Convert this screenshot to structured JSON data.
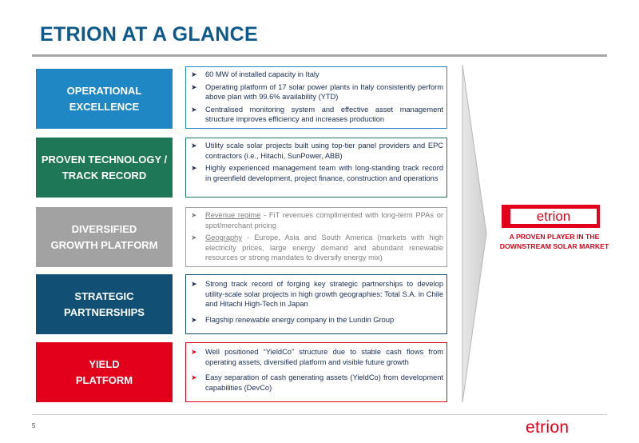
{
  "page": {
    "title": "ETRION AT A GLANCE",
    "page_number": "5"
  },
  "colors": {
    "accent": "#0d5a8a",
    "brand_red": "#e2001a"
  },
  "rows": [
    {
      "label_lines": [
        "OPERATIONAL",
        "EXCELLENCE"
      ],
      "color": "#1f87c3",
      "bullets": [
        {
          "text": "60 MW of installed capacity in Italy"
        },
        {
          "text": "Operating platform of 17 solar power plants in Italy consistently perform above plan with 99.6% availability (YTD)"
        },
        {
          "text": "Centralised monitoring system and effective asset management structure improves efficiency and increases production"
        }
      ]
    },
    {
      "label_lines": [
        "PROVEN TECHNOLOGY /",
        "TRACK RECORD"
      ],
      "color": "#1e7756",
      "bullets": [
        {
          "text": "Utility scale solar projects built using top-tier panel providers and EPC contractors (i.e., Hitachi, SunPower, ABB)"
        },
        {
          "text": "Highly experienced management team with long-standing track record in greenfield development, project finance, construction and operations"
        }
      ]
    },
    {
      "label_lines": [
        "DIVERSIFIED",
        "GROWTH PLATFORM"
      ],
      "color": "#a2a2a2",
      "bullets": [
        {
          "lead": "Revenue regime",
          "text": " - FiT revenues complimented with long-term PPAs or spot/merchant pricing"
        },
        {
          "lead": "Geography",
          "text": " - Europe, Asia and South America (markets with high electricity prices, large energy demand and abundant renewable resources or strong mandates to diversify energy mix)"
        }
      ]
    },
    {
      "label_lines": [
        "STRATEGIC",
        "PARTNERSHIPS"
      ],
      "color": "#124f74",
      "bullets": [
        {
          "text": "Strong track record of forging key strategic partnerships to develop utility-scale solar projects in high growth geographies: Total S.A. in Chile and Hitachi High-Tech in Japan"
        },
        {
          "text": "Flagship renewable energy company in the Lundin Group"
        }
      ]
    },
    {
      "label_lines": [
        "YIELD",
        "PLATFORM"
      ],
      "color": "#e2001a",
      "bullets": [
        {
          "text": "Well positioned “YieldCo” structure due to stable cash flows from operating assets, diversified platform and visible future growth"
        },
        {
          "text": "Easy separation of cash generating assets (YieldCo) from development capabilities (DevCo)"
        }
      ]
    }
  ],
  "brand": {
    "logo_text": "etrion",
    "tagline_lines": [
      "A PROVEN PLAYER IN THE",
      "DOWNSTREAM SOLAR MARKET"
    ],
    "footer_logo": "etrion"
  },
  "icons": {
    "bullet": "arrow-bullet-icon",
    "chevron": "chevron-arrow-icon"
  }
}
